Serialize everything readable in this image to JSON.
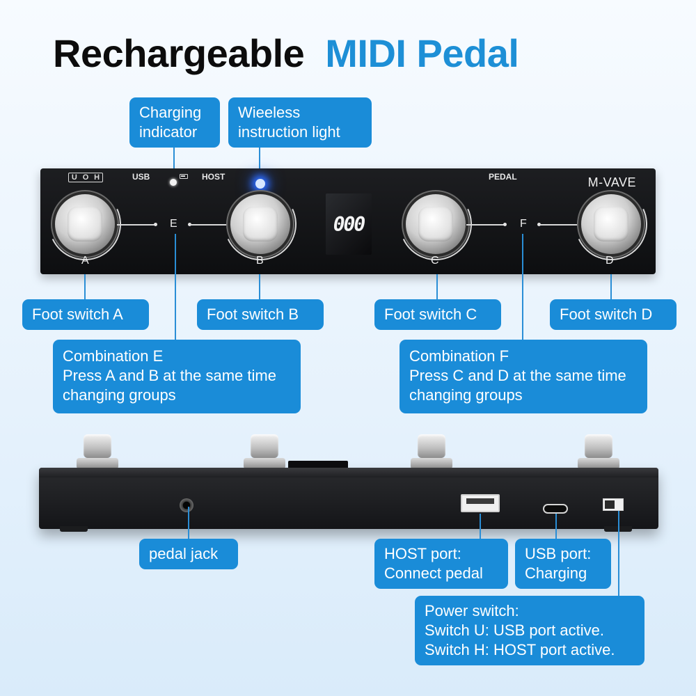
{
  "title": {
    "part1": "Rechargeable",
    "part2": "MIDI Pedal"
  },
  "colors": {
    "accent": "#1a8cd8",
    "title_dark": "#0c0c0c",
    "title_blue": "#1d8fd6"
  },
  "pedal_top": {
    "uoh_letters": [
      "U",
      "O",
      "H"
    ],
    "usb_label": "USB",
    "host_label": "HOST",
    "pedal_label": "PEDAL",
    "brand": "M-VAVE",
    "display": "000",
    "switch_letters": [
      "A",
      "B",
      "C",
      "D"
    ],
    "combo_letters": [
      "E",
      "F"
    ]
  },
  "callouts": {
    "charging": [
      "Charging",
      "indicator"
    ],
    "wireless": [
      "Wieeless",
      "instruction light"
    ],
    "foot_a": "Foot switch A",
    "foot_b": "Foot switch B",
    "foot_c": "Foot switch C",
    "foot_d": "Foot switch D",
    "combo_e": [
      "Combination E",
      "Press A and B at the same time",
      "changing groups"
    ],
    "combo_f": [
      "Combination F",
      "Press C and D at the same time",
      "changing groups"
    ],
    "pedal_jack": "pedal jack",
    "host_port": [
      "HOST port:",
      "Connect pedal"
    ],
    "usb_port": [
      "USB port:",
      "Charging"
    ],
    "power_switch": [
      "Power switch:",
      "Switch U: USB port active.",
      "Switch H: HOST port active."
    ]
  }
}
